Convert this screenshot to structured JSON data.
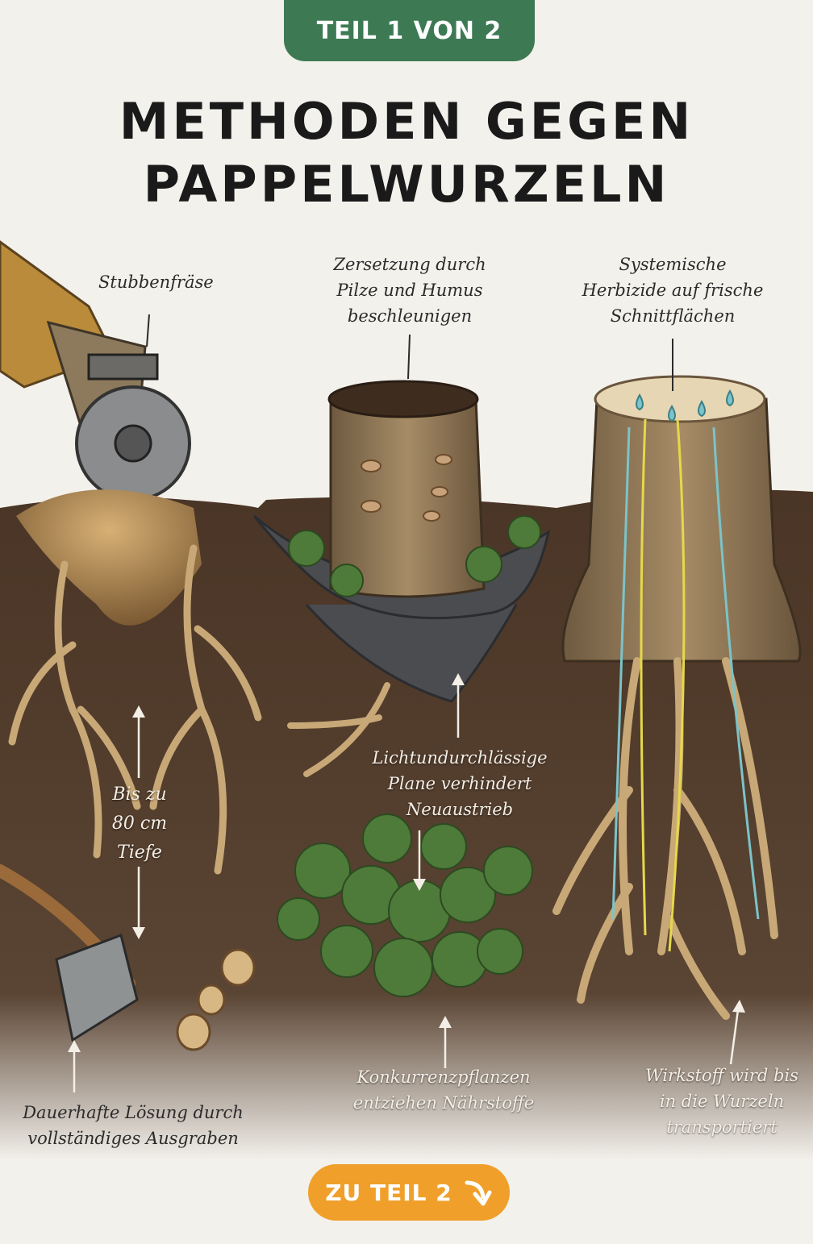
{
  "badge": "TEIL 1 VON 2",
  "title": {
    "line1": "METHODEN GEGEN",
    "line2": "PAPPELWURZELN"
  },
  "labels": {
    "stubbenfraese": "Stubbenfräse",
    "zersetzung": [
      "Zersetzung durch",
      "Pilze und Humus",
      "beschleunigen"
    ],
    "herbizide": [
      "Systemische",
      "Herbizide auf frische",
      "Schnittflächen"
    ],
    "tiefe": [
      "Bis zu",
      "80 cm",
      "Tiefe"
    ],
    "plane": [
      "Lichtundurchlässige",
      "Plane verhindert",
      "Neuaustrieb"
    ],
    "ausgraben": [
      "Dauerhafte Lösung durch",
      "vollständiges Ausgraben"
    ],
    "konkurrenz": [
      "Konkurrenzpflanzen",
      "entziehen Nährstoffe"
    ],
    "wirkstoff": [
      "Wirkstoff wird bis",
      "in die Wurzeln",
      "transportiert"
    ]
  },
  "cta": {
    "label": "ZU TEIL 2",
    "icon": "arrow-down-right-icon"
  },
  "colors": {
    "badge": "#3d7a54",
    "cta": "#f0a02a",
    "soil": "#4a3526",
    "background": "#f3f1ec"
  }
}
